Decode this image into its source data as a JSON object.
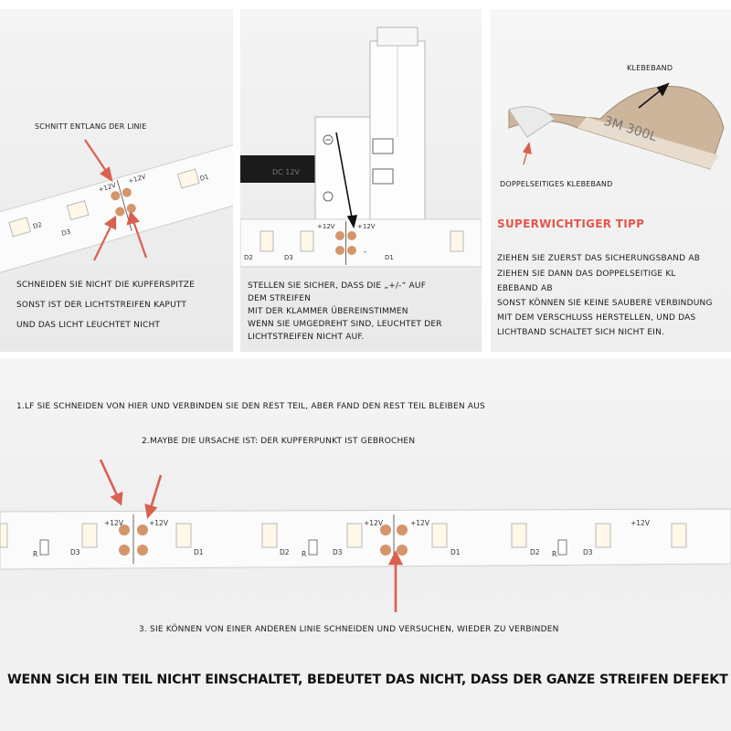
{
  "panel_left": {
    "cut_label": "SCHNITT ENTLANG DER LINIE",
    "warning_lines": [
      "SCHNEIDEN SIE NICHT DIE KUPFERSPITZE",
      "SONST IST DER LICHTSTREIFEN KAPUTT",
      "UND DAS LICHT LEUCHTET NICHT"
    ]
  },
  "panel_middle": {
    "lines": [
      "STELLEN SIE SICHER, DASS DIE „+/-“ AUF",
      "DEM STREIFEN",
      "MIT DER KLAMMER ÜBEREINSTIMMEN",
      "WENN SIE UMGEDREHT SIND, LEUCHTET DER",
      "LICHTSTREIFEN NICHT AUF."
    ]
  },
  "panel_right": {
    "tape_label": "KLEBEBAND",
    "double_tape_label": "DOPPELSEITIGES KLEBEBAND",
    "tip_title": "SUPERWICHTIGER TIPP",
    "lines": [
      "ZIEHEN SIE ZUERST DAS SICHERUNGSBAND AB",
      "ZIEHEN SIE DANN DAS DOPPELSEITIGE KL",
      "EBEBAND AB",
      "SONST KÖNNEN SIE KEINE SAUBERE VERBINDUNG",
      "MIT DEM VERSCHLUSS HERSTELLEN, UND DAS",
      "LICHTBAND SCHALTET SICH NICHT EIN."
    ]
  },
  "bottom": {
    "step1": "1.LF SIE SCHNEIDEN VON HIER UND VERBINDEN SIE DEN REST TEIL, ABER FAND DEN REST TEIL BLEIBEN AUS",
    "step2": "2.MAYBE DIE URSACHE IST: DER KUPFERPUNKT IST GEBROCHEN",
    "step3": "3. SIE KÖNNEN VON EINER ANDEREN LINIE SCHNEIDEN UND VERSUCHEN, WIEDER ZU VERBINDEN",
    "conclusion": "WENN SICH EIN TEIL NICHT EINSCHALTET, BEDEUTET DAS NICHT, DASS DER GANZE STREIFEN DEFEKT IST."
  },
  "strip_labels": {
    "plus12": "+12V",
    "d1": "D1",
    "d2": "D2",
    "d3": "D3",
    "r": "R",
    "minus": "-"
  },
  "tape_print": "3M 300L",
  "connector_print": "DC 12V",
  "colors": {
    "arrow": "#d9604f",
    "copper": "#d4956b",
    "tip": "#e2574c",
    "strip": "#fbfbfb"
  }
}
